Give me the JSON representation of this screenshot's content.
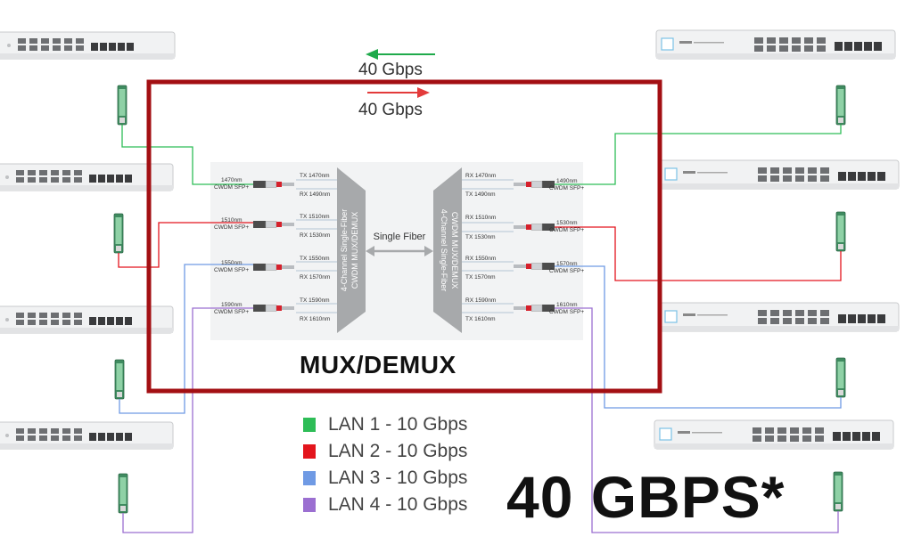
{
  "colors": {
    "lan1": "#2ebd57",
    "lan2": "#e3151d",
    "lan3": "#6f9ae4",
    "lan4": "#9b6fd1",
    "frame": "#a30f13",
    "arrow_left": "#1faa4b",
    "arrow_right": "#e33b3b"
  },
  "top_speeds": {
    "left_arrow_label": "40 Gbps",
    "right_arrow_label": "40 Gbps"
  },
  "mux_title": "MUX/DEMUX",
  "single_fiber_label": "Single Fiber",
  "mux_left_label": [
    "4-Channel Single-Fiber",
    "CWDM MUX/DEMUX"
  ],
  "mux_right_label": [
    "4-Channel Single-Fiber",
    "CWDM MUX/DEMUX"
  ],
  "left_channels": [
    {
      "module": [
        "1470nm",
        "CWDM SFP+"
      ],
      "tx": "TX 1470nm",
      "rx": "RX 1490nm"
    },
    {
      "module": [
        "1510nm",
        "CWDM SFP+"
      ],
      "tx": "TX 1510nm",
      "rx": "RX 1530nm"
    },
    {
      "module": [
        "1550nm",
        "CWDM SFP+"
      ],
      "tx": "TX 1550nm",
      "rx": "RX 1570nm"
    },
    {
      "module": [
        "1590nm",
        "CWDM SFP+"
      ],
      "tx": "TX 1590nm",
      "rx": "RX 1610nm"
    }
  ],
  "right_channels": [
    {
      "module": [
        "1490nm",
        "CWDM SFP+"
      ],
      "rx": "RX 1470nm",
      "tx": "TX 1490nm"
    },
    {
      "module": [
        "1530nm",
        "CWDM SFP+"
      ],
      "rx": "RX 1510nm",
      "tx": "TX 1530nm"
    },
    {
      "module": [
        "1570nm",
        "CWDM SFP+"
      ],
      "rx": "RX 1550nm",
      "tx": "TX 1570nm"
    },
    {
      "module": [
        "1610nm",
        "CWDM SFP+"
      ],
      "rx": "RX 1590nm",
      "tx": "TX 1610nm"
    }
  ],
  "legend": [
    {
      "label": "LAN 1 -  10 Gbps",
      "color": "#2ebd57"
    },
    {
      "label": "LAN 2 -  10 Gbps",
      "color": "#e3151d"
    },
    {
      "label": "LAN 3 -  10 Gbps",
      "color": "#6f9ae4"
    },
    {
      "label": "LAN 4 -  10 Gbps",
      "color": "#9b6fd1"
    }
  ],
  "total_speed": "40 GBPS*",
  "icons": {
    "switch": "network-switch-icon",
    "sfp": "sfp-module-icon",
    "transceiver": "transceiver-icon"
  }
}
